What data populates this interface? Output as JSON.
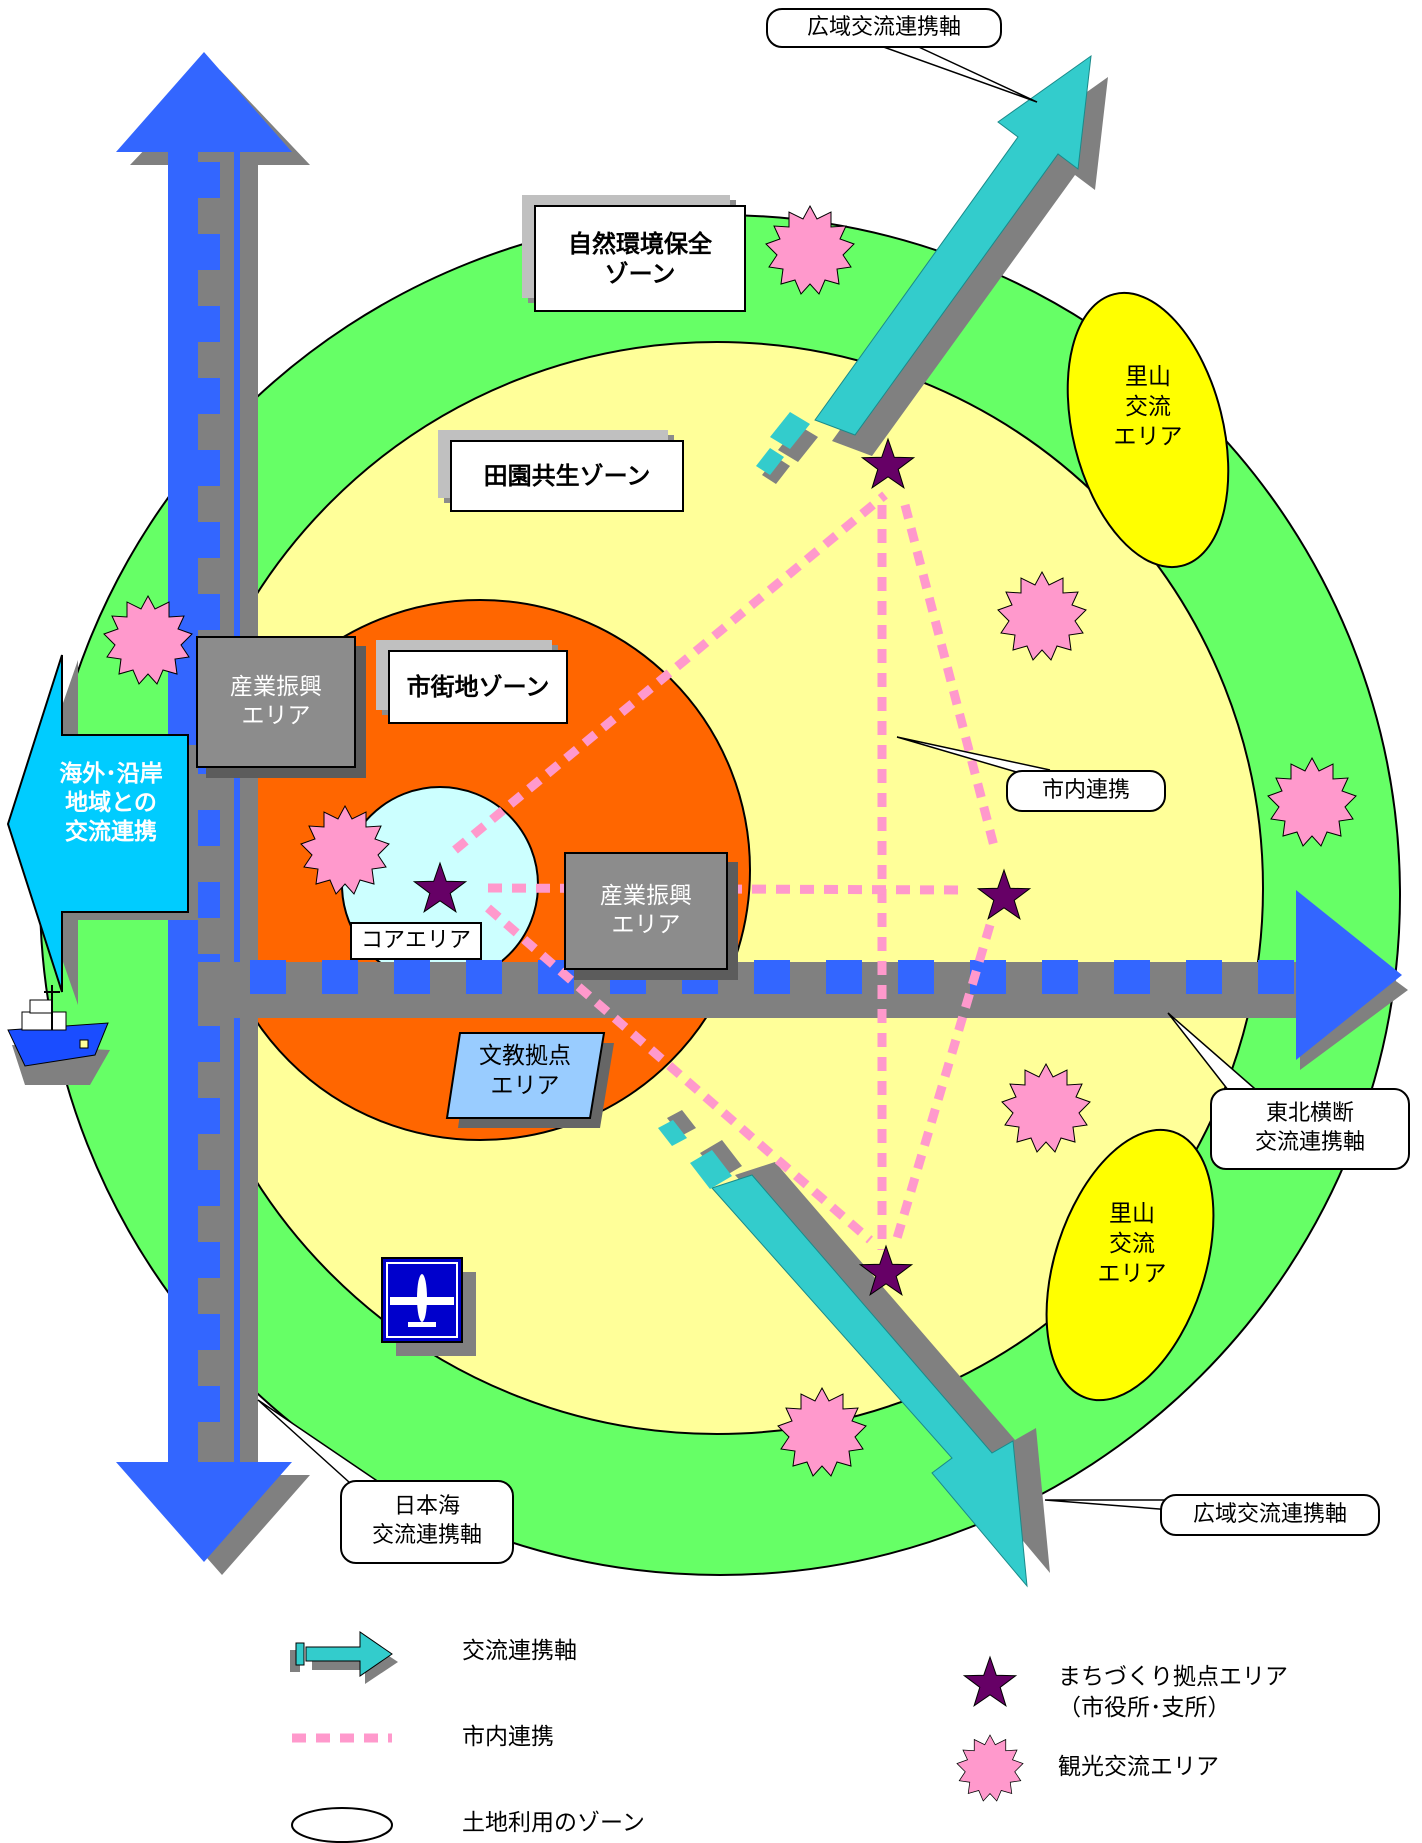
{
  "zones": {
    "nature": "自然環境保全\nゾーン",
    "rural": "田園共生ゾーン",
    "urban": "市街地ゾーン"
  },
  "areas": {
    "industry_west": "産業振興\nエリア",
    "industry_east": "産業振興\nエリア",
    "education": "文教拠点\nエリア",
    "core": "コアエリア",
    "satoyama_north": "里山\n交流\nエリア",
    "satoyama_south": "里山\n交流\nエリア"
  },
  "axes": {
    "overseas": "海外･沿岸\n地域との\n交流連携",
    "wide_area_north": "広域交流連携軸",
    "wide_area_south": "広域交流連携軸",
    "tohoku": "東北横断\n交流連携軸",
    "japan_sea": "日本海\n交流連携軸",
    "city_link": "市内連携"
  },
  "legend": {
    "exchange_axis": "交流連携軸",
    "city_link": "市内連携",
    "land_use_zone": "土地利用のゾーン",
    "hub_area": "まちづくり拠点エリア\n（市役所･支所）",
    "tourism_area": "観光交流エリア"
  },
  "colors": {
    "outer_green": "#66ff66",
    "inner_yellow": "#ffff99",
    "urban_orange": "#ff6600",
    "core_blue": "#ccffff",
    "axis_blue": "#3366ff",
    "axis_cyan": "#33cccc",
    "overseas_cyan": "#00ccff",
    "link_pink": "#ff99cc",
    "star_purple": "#660066",
    "satoyama_yellow": "#ffff00",
    "industry_gray": "#8c8c8c",
    "education_blue": "#99ccff",
    "airport_blue": "#0000cc"
  },
  "icons": [
    "star-icon",
    "starburst-icon",
    "airplane-icon",
    "ship-icon",
    "arrow-icon"
  ]
}
